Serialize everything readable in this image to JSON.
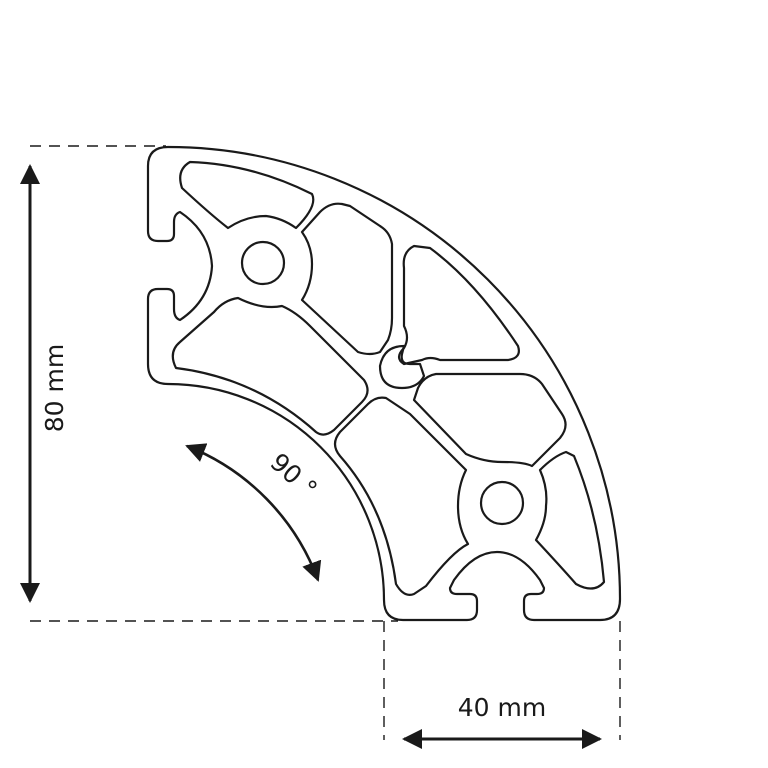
{
  "dimensions": {
    "height_label": "80 mm",
    "width_label": "40 mm",
    "angle_label": "90 °"
  },
  "colors": {
    "stroke": "#1a1a1a",
    "background": "#ffffff"
  }
}
